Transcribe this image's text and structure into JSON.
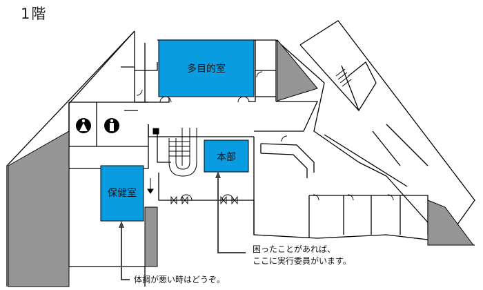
{
  "floor": {
    "title": "1階"
  },
  "rooms": {
    "multipurpose": "多目的室",
    "headquarters": "本部",
    "nurse": "保健室"
  },
  "notes": {
    "headquarters_line1": "困ったことがあれば、",
    "headquarters_line2": "ここに実行委員がいます。",
    "nurse": "体調が悪い時はどうぞ。"
  },
  "icons": [
    "female-restroom-icon",
    "male-restroom-icon",
    "staircase-icon",
    "door-icon"
  ],
  "colors": {
    "room_fill": "#0a9ce0",
    "grey_area": "#959595",
    "wall": "#000000",
    "leader_line": "#444444"
  }
}
